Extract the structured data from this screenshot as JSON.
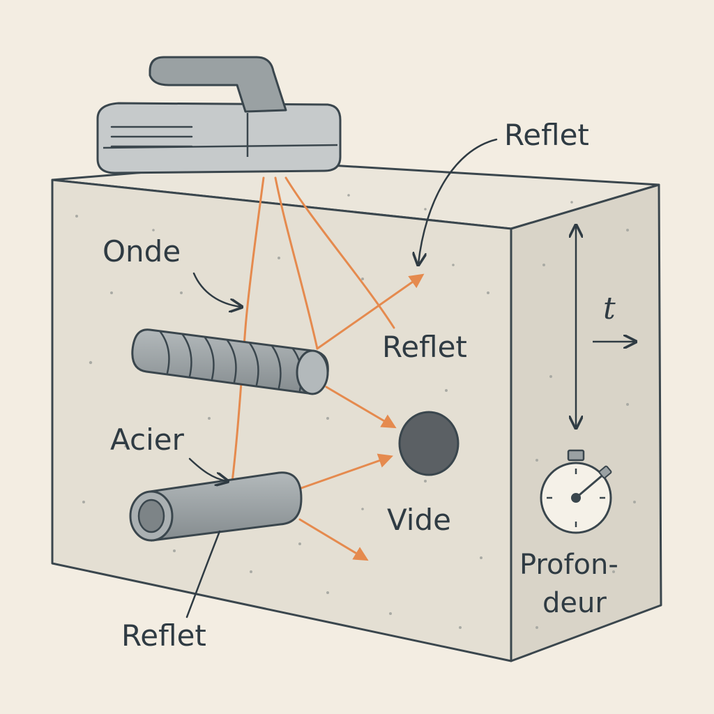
{
  "labels": {
    "reflet_top": "Reflet",
    "onde": "Onde",
    "reflet_mid": "Reflet",
    "t": "t",
    "acier": "Acier",
    "vide": "Vide",
    "reflet_bottom": "Reflet",
    "profondeur_line1": "Profon-",
    "profondeur_line2": "deur"
  },
  "colors": {
    "background": "#f3ede2",
    "concrete_front": "#e4dfd3",
    "concrete_side": "#d9d4c8",
    "outline": "#3a464d",
    "wave": "#e58a4e",
    "steel": "#9aa1a3",
    "void": "#5b6064",
    "text": "#2f3b43"
  },
  "icons": {
    "scanner": "gpr-scanner-icon",
    "stopwatch": "stopwatch-icon",
    "rebar": "rebar-icon",
    "pipe": "steel-pipe-icon",
    "void": "void-icon"
  }
}
